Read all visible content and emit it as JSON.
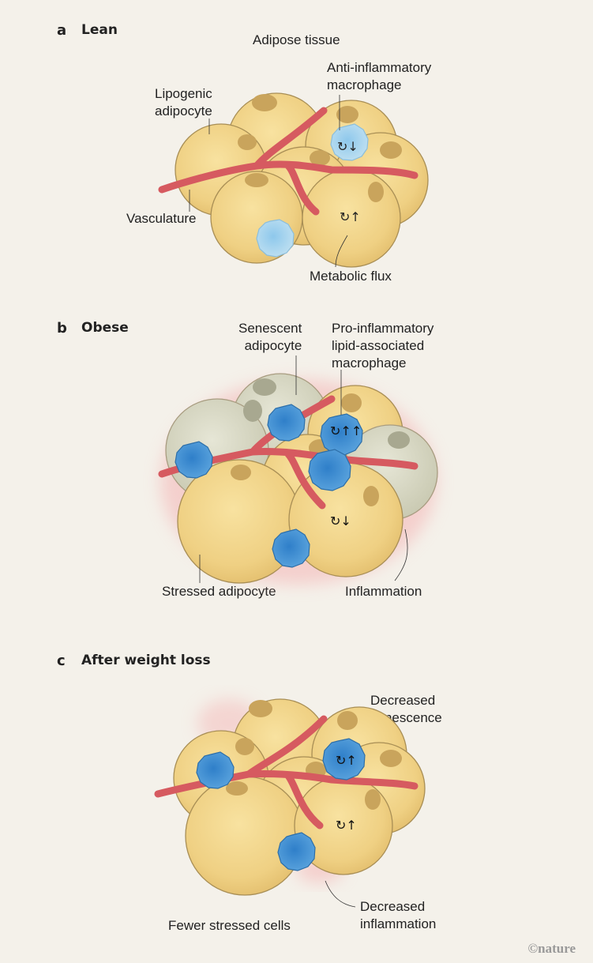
{
  "panels": [
    {
      "letter": "a",
      "title": "Lean",
      "labels": {
        "tissue": "Adipose tissue",
        "macrophage": "Anti-inflammatory macrophage",
        "macrophage_l1": "Anti-inflammatory",
        "macrophage_l2": "macrophage",
        "adipocyte_l1": "Lipogenic",
        "adipocyte_l2": "adipocyte",
        "vasculature": "Vasculature",
        "flux": "Metabolic flux"
      },
      "macrophage_flux": "↻↓",
      "cell_flux": "↻↑"
    },
    {
      "letter": "b",
      "title": "Obese",
      "labels": {
        "senescent_l1": "Senescent",
        "senescent_l2": "adipocyte",
        "macrophage_l1": "Pro-inflammatory",
        "macrophage_l2": "lipid-associated",
        "macrophage_l3": "macrophage",
        "stressed": "Stressed adipocyte",
        "inflammation": "Inflammation"
      },
      "macrophage_flux": "↻↑↑",
      "cell_flux": "↻↓"
    },
    {
      "letter": "c",
      "title": "After weight loss",
      "labels": {
        "senescence_l1": "Decreased",
        "senescence_l2": "senescence",
        "inflammation_l1": "Decreased",
        "inflammation_l2": "inflammation",
        "fewer": "Fewer stressed cells"
      },
      "macrophage_flux": "↻↑",
      "cell_flux": "↻↑"
    }
  ],
  "credit": "©nature",
  "colors": {
    "background": "#f4f1ea",
    "adipocyte": "#f0d488",
    "senescent": "#d8d8c4",
    "vessel": "#d65a60",
    "macrophage_anti": "#a8d4ea",
    "macrophage_pro": "#4a94d4",
    "inflammation": "#f5b8b8"
  }
}
